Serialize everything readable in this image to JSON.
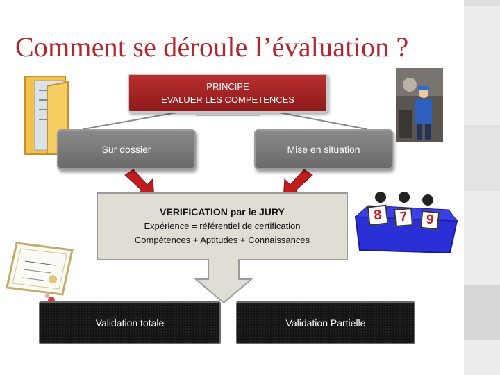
{
  "title": "Comment se déroule l’évaluation ?",
  "principle": {
    "line1": "PRINCIPE",
    "line2": "EVALUER LES COMPETENCES"
  },
  "branches": {
    "left": "Sur dossier",
    "right": "Mise en situation"
  },
  "verification": {
    "line1_a": "VERIFICATION par le ",
    "line1_b": "JURY",
    "line2": "Expérience = référentiel de certification",
    "line3": "Compétences + Aptitudes + Connaissances"
  },
  "outcomes": {
    "left": "Validation totale",
    "right": "Validation Partielle"
  },
  "jury_scores": [
    "8",
    "7",
    "9"
  ],
  "colors": {
    "title": "#b3262e",
    "principle_box": "#9e2222",
    "branch_box": "#787878",
    "arrow": "#c21d1d",
    "outcome_box": "#141414",
    "jury_table": "#2a2fd6"
  },
  "icons": [
    "folder-icon",
    "worker-photo",
    "certificate-icon",
    "jury-table-icon"
  ]
}
